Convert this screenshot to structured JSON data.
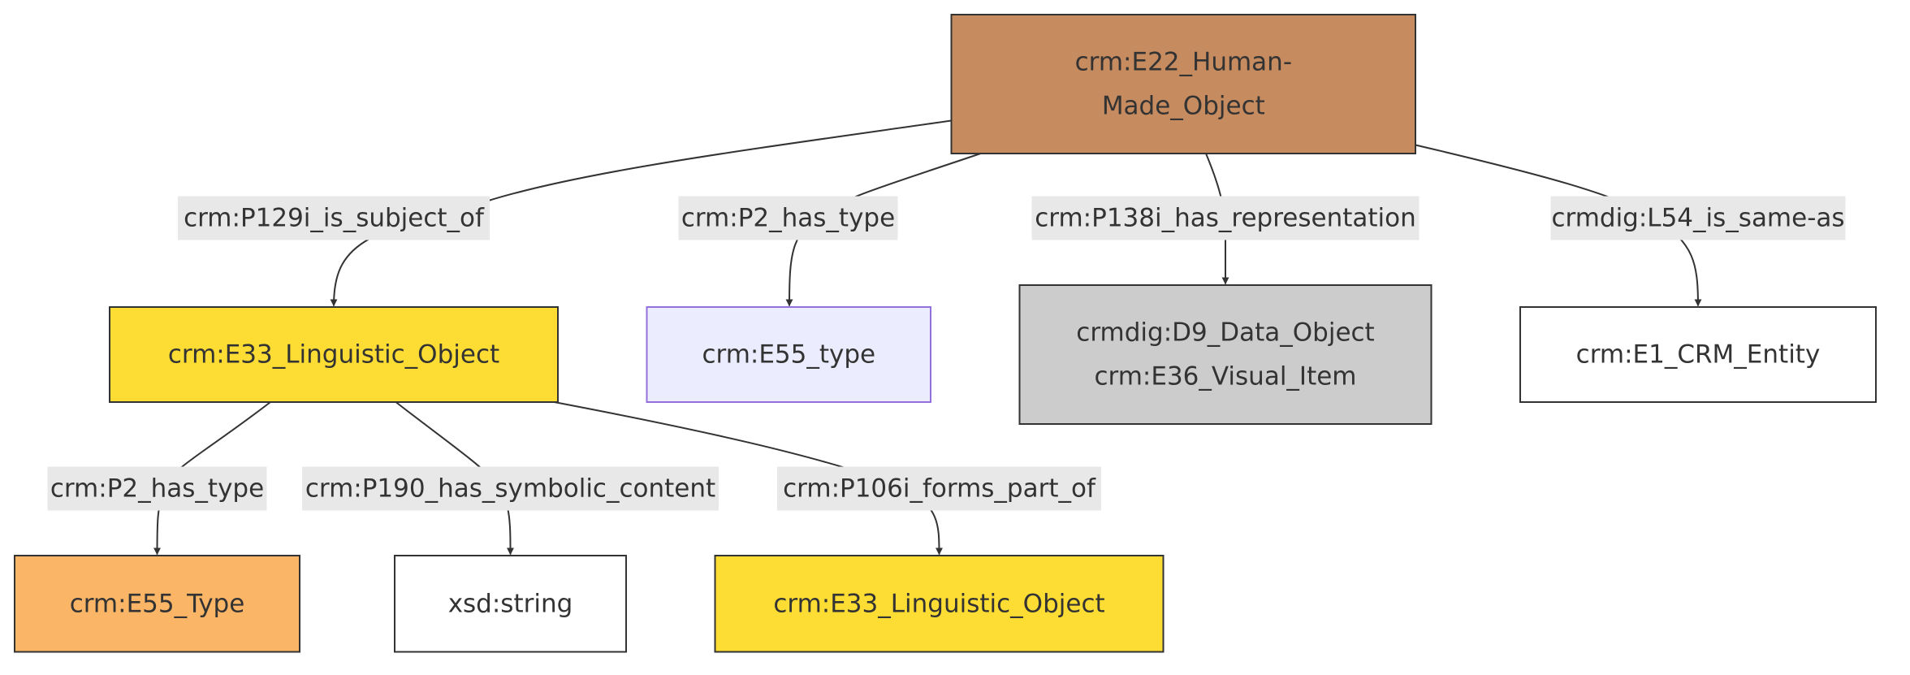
{
  "nodes": {
    "human_made_object": {
      "lines": [
        "crm:E22_Human-",
        "Made_Object"
      ],
      "fill": "#c68b5f"
    },
    "linguistic_object": {
      "lines": [
        "crm:E33_Linguistic_Object"
      ],
      "fill": "#fddd33"
    },
    "e55_type_lower": {
      "lines": [
        "crm:E55_type"
      ],
      "fill": "#ececff"
    },
    "data_object": {
      "lines": [
        "crmdig:D9_Data_Object",
        "crm:E36_Visual_Item"
      ],
      "fill": "#cccccc"
    },
    "crm_entity": {
      "lines": [
        "crm:E1_CRM_Entity"
      ],
      "fill": "#ffffff"
    },
    "e55_type_upper": {
      "lines": [
        "crm:E55_Type"
      ],
      "fill": "#fab566"
    },
    "xsd_string": {
      "lines": [
        "xsd:string"
      ],
      "fill": "#ffffff"
    },
    "linguistic_object_2": {
      "lines": [
        "crm:E33_Linguistic_Object"
      ],
      "fill": "#fddd33"
    }
  },
  "edges": {
    "p129i": "crm:P129i_is_subject_of",
    "p2_top": "crm:P2_has_type",
    "p138i": "crm:P138i_has_representation",
    "l54": "crmdig:L54_is_same-as",
    "p2_bottom": "crm:P2_has_type",
    "p190": "crm:P190_has_symbolic_content",
    "p106i": "crm:P106i_forms_part_of"
  },
  "colors": {
    "edge": "#333333",
    "edge_label_bg": "#e8e8e8",
    "node_border": "#333333",
    "default_node_border": "#9370db"
  }
}
